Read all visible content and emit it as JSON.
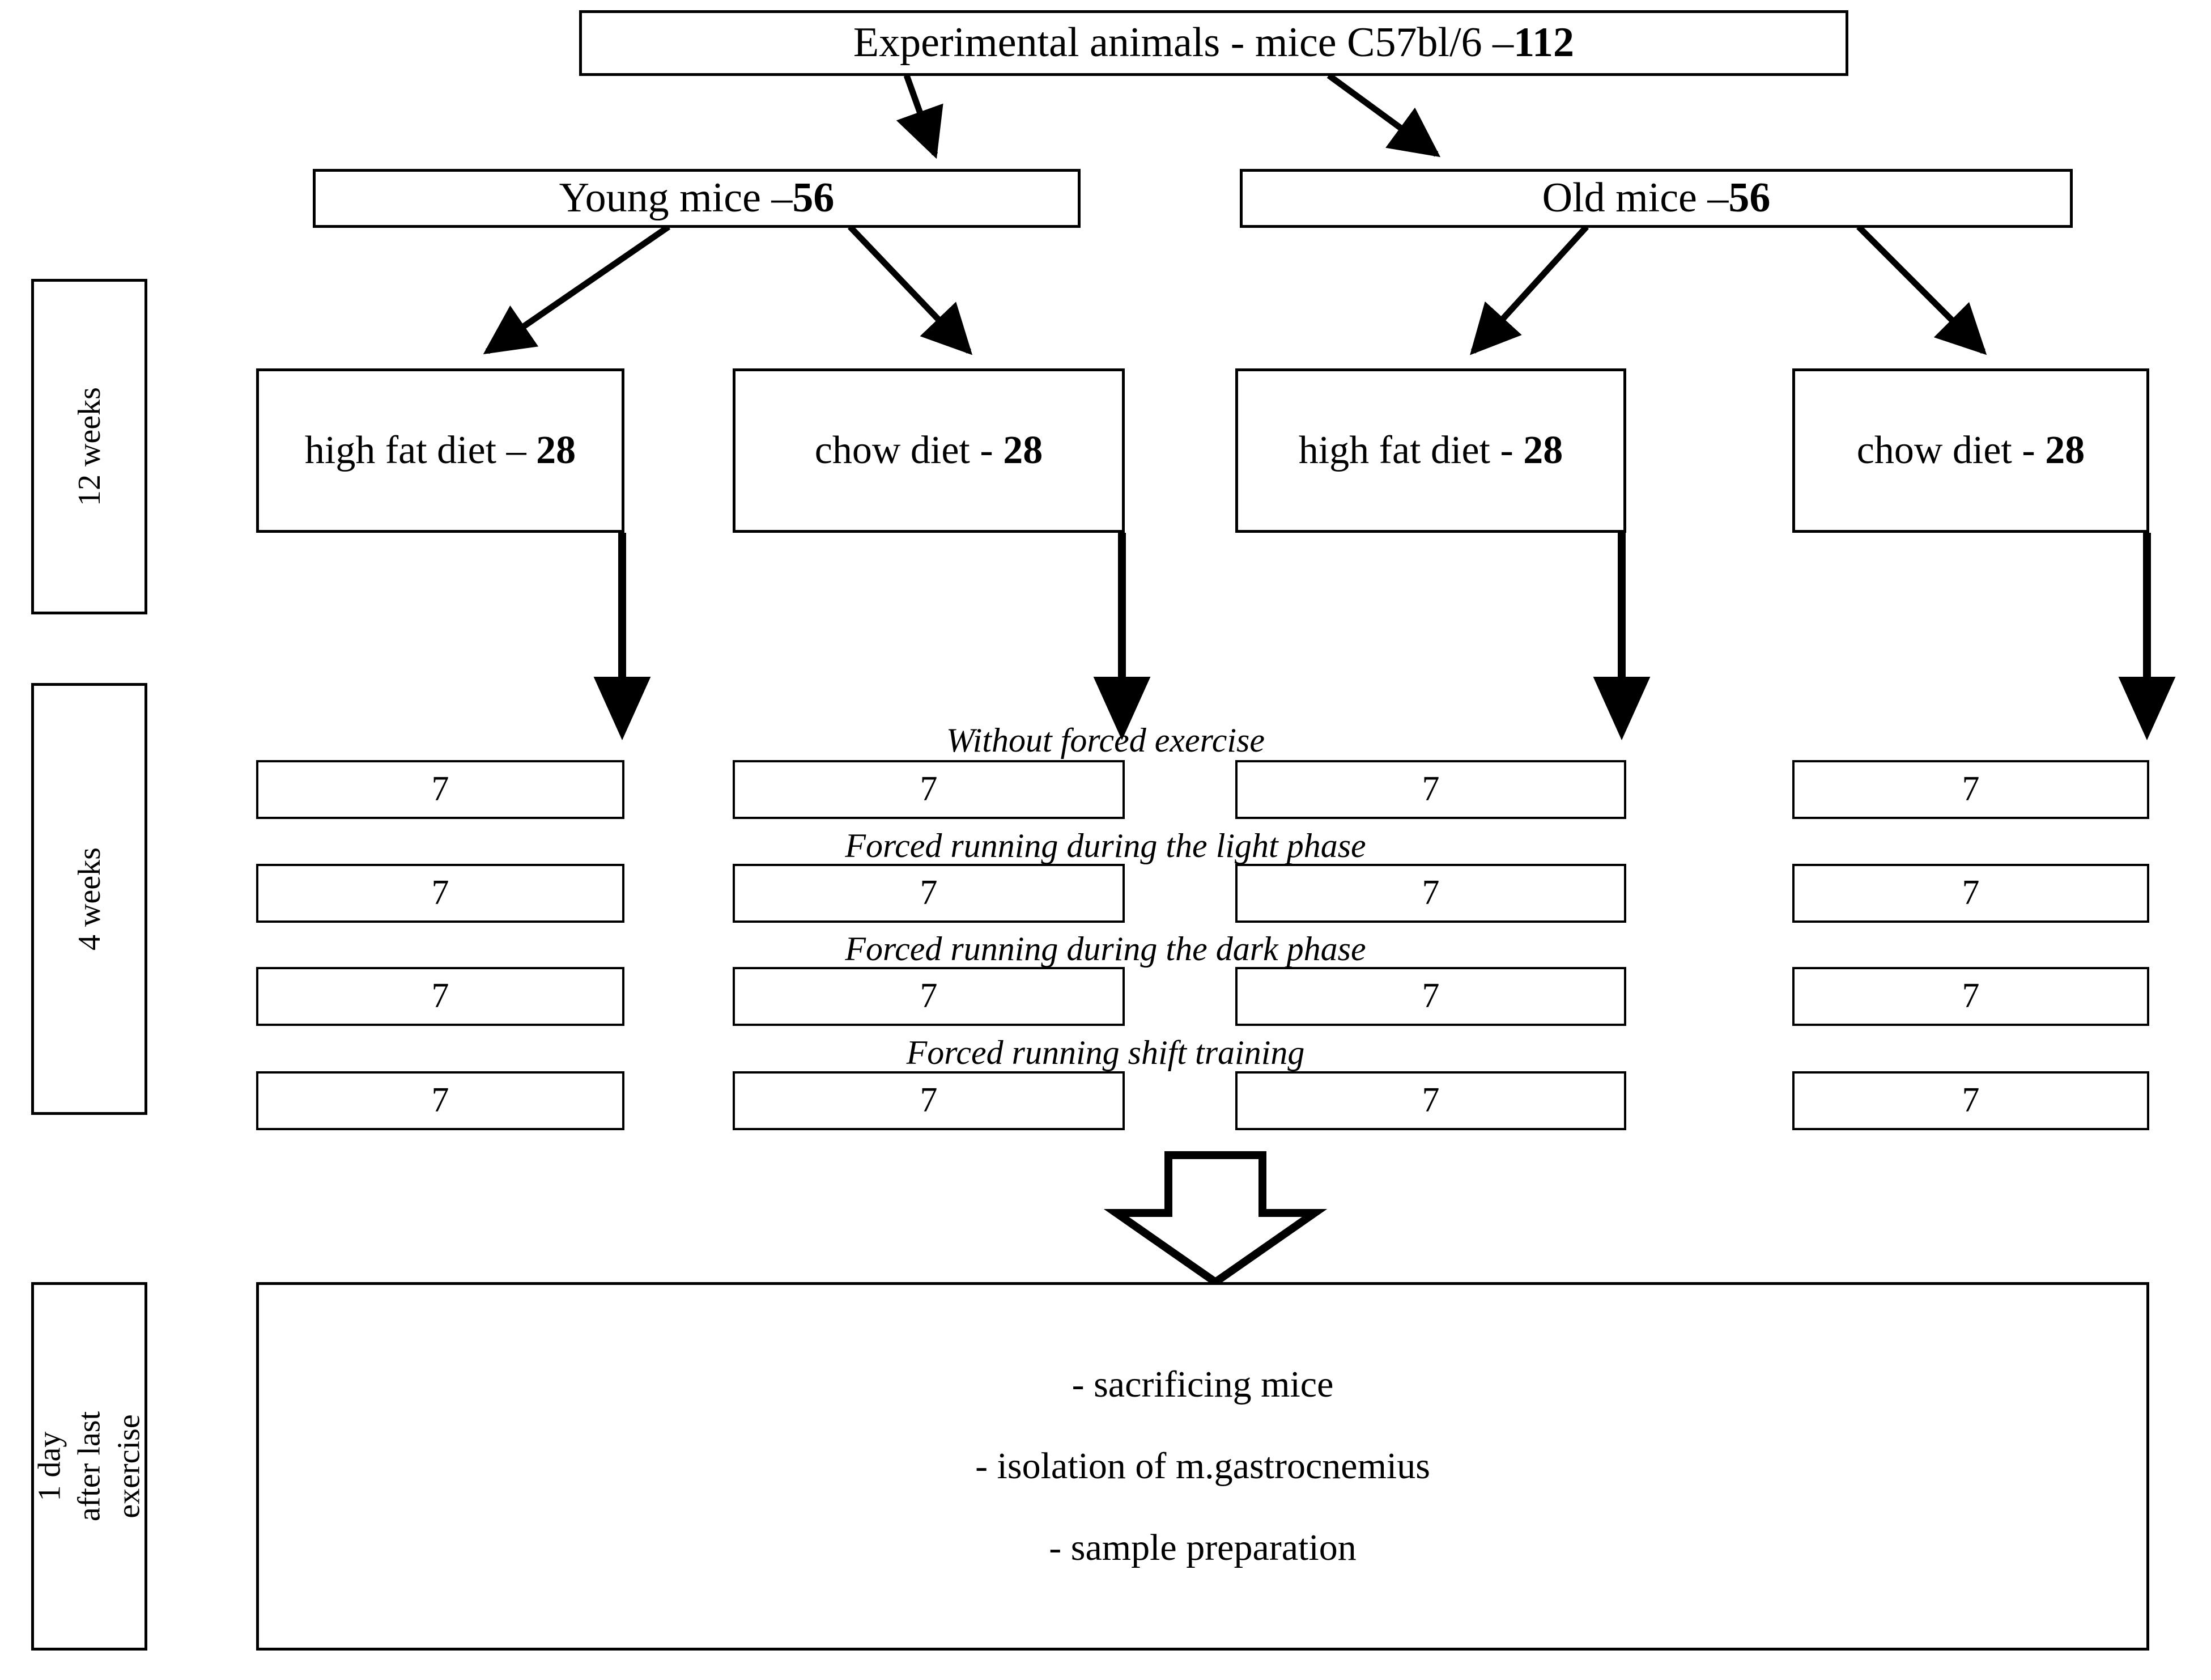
{
  "diagram": {
    "title_box": {
      "text": "Experimental animals - mice C57bl/6 – ",
      "count": "112"
    },
    "groups": [
      {
        "text": "Young mice – ",
        "count": "56"
      },
      {
        "text": "Old mice – ",
        "count": "56"
      }
    ],
    "diets": [
      {
        "text": "high fat diet – ",
        "count": "28"
      },
      {
        "text": "chow diet - ",
        "count": "28"
      },
      {
        "text": "high fat diet - ",
        "count": "28"
      },
      {
        "text": "chow diet - ",
        "count": "28"
      }
    ],
    "conditions": [
      "Without forced exercise",
      "Forced running during the light phase",
      "Forced running during the dark phase",
      "Forced running shift training"
    ],
    "counts": [
      [
        "7",
        "7",
        "7",
        "7"
      ],
      [
        "7",
        "7",
        "7",
        "7"
      ],
      [
        "7",
        "7",
        "7",
        "7"
      ],
      [
        "7",
        "7",
        "7",
        "7"
      ]
    ],
    "timeline": [
      {
        "label": "12 weeks"
      },
      {
        "label": "4 weeks"
      },
      {
        "label": "1 day after last exercise"
      }
    ],
    "final_steps": [
      "- sacrificing mice",
      "- isolation of m.gastrocnemius",
      "- sample preparation"
    ],
    "colors": {
      "stroke": "#000000",
      "background": "#ffffff"
    }
  }
}
